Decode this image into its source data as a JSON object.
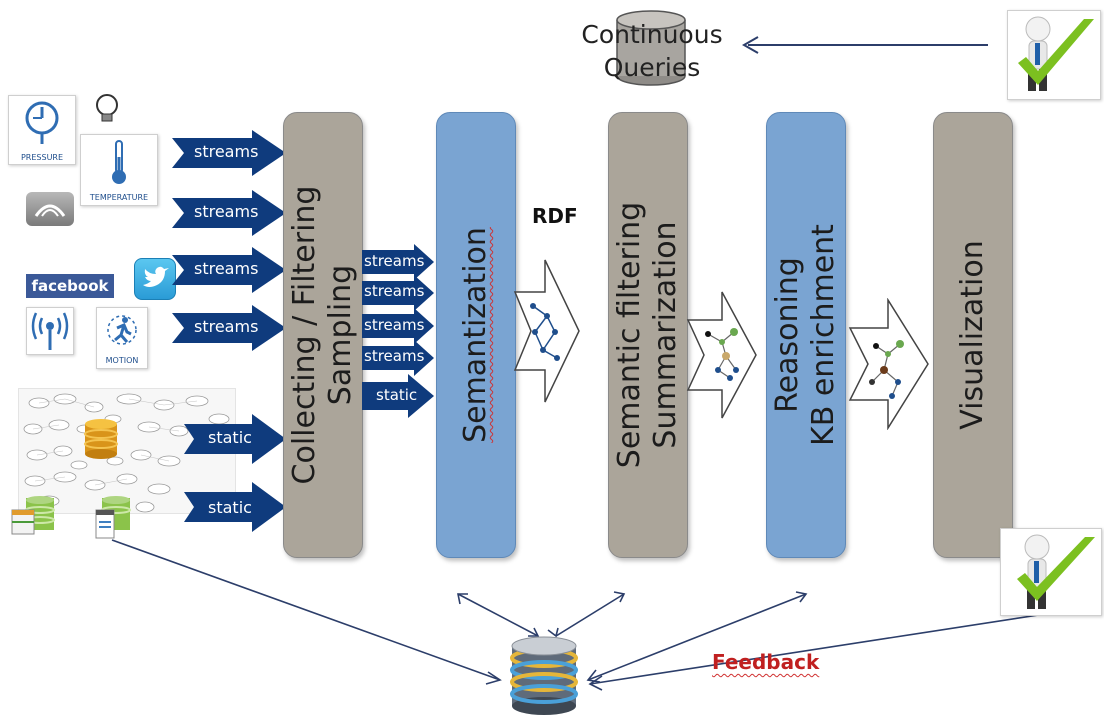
{
  "top": {
    "queries_line1": "Continuous",
    "queries_line2": "Queries"
  },
  "sources": {
    "pressure_label": "PRESSURE",
    "temperature_label": "TEMPERATURE",
    "motion_label": "MOTION",
    "facebook_label": "facebook"
  },
  "input_arrows": [
    "streams",
    "streams",
    "streams",
    "streams",
    "static",
    "static"
  ],
  "mid_arrows": [
    "streams",
    "streams",
    "streams",
    "streams",
    "static"
  ],
  "stages": [
    {
      "line1": "Collecting / Filtering",
      "line2": "Sampling"
    },
    {
      "line1": "Semantization",
      "line2": ""
    },
    {
      "line1": "Semantic filtering",
      "line2": "Summarization"
    },
    {
      "line1": "Reasoning",
      "line2": "KB  enrichment"
    },
    {
      "line1": "Visualization",
      "line2": ""
    }
  ],
  "rdf_label": "RDF",
  "feedback_label": "Feedback",
  "colors": {
    "gray_stage": "#aba59a",
    "blue_stage": "#7aa4d2",
    "arrow_blue": "#0f3b7d",
    "feedback_red": "#c02020",
    "check_green": "#7cc020"
  }
}
